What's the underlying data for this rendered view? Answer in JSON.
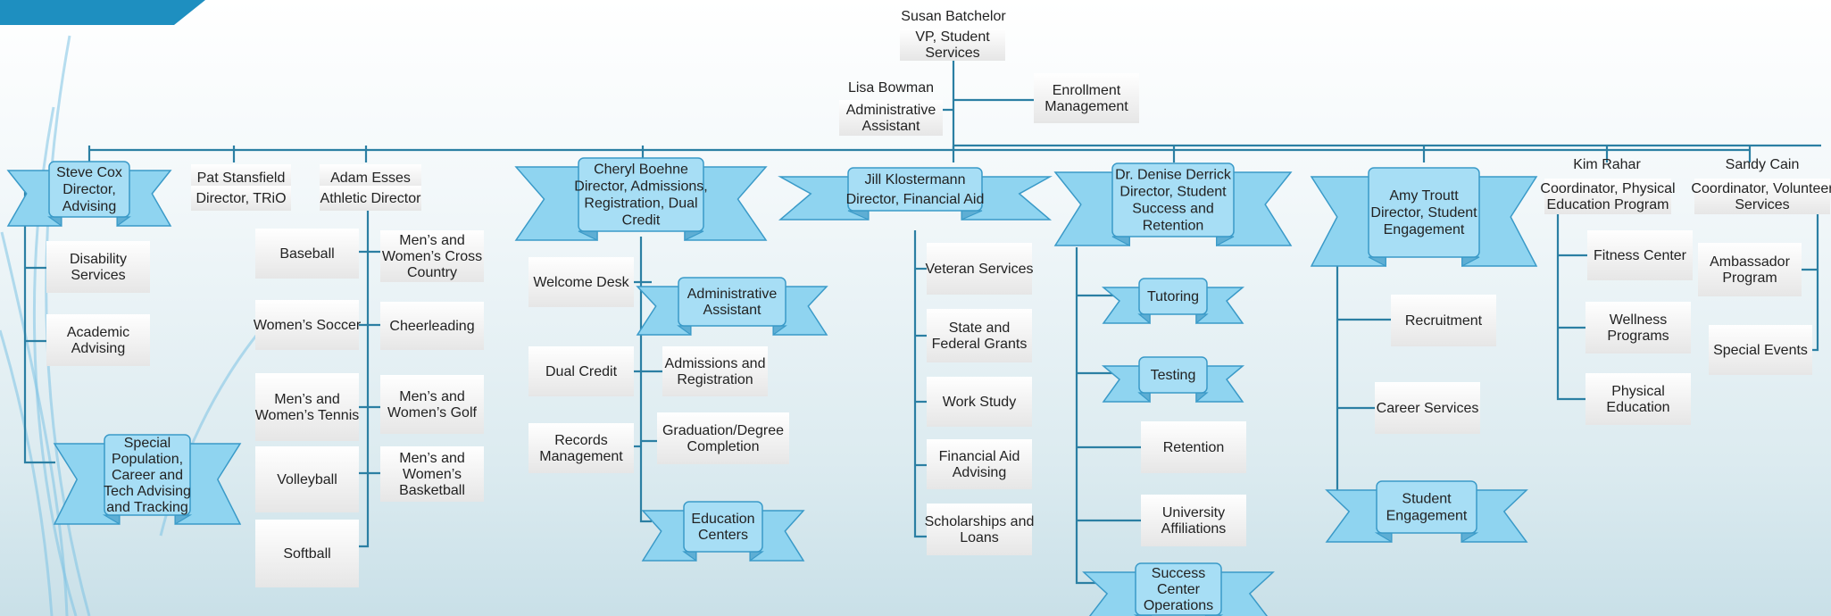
{
  "top": {
    "name": "Susan Batchelor",
    "title": [
      "VP, Student",
      "Services"
    ]
  },
  "assistant": {
    "name": "Lisa Bowman",
    "title": [
      "Administrative",
      "Assistant"
    ]
  },
  "side_unit": [
    "Enrollment",
    "Management"
  ],
  "departments": {
    "steve_cox": {
      "heading": [
        "Steve Cox",
        "Director,",
        "Advising"
      ],
      "children": [
        [
          "Disability",
          "Services"
        ],
        [
          "Academic",
          "Advising"
        ]
      ],
      "banner": [
        "Special",
        "Population,",
        "Career and",
        "Tech Advising",
        "and Tracking"
      ]
    },
    "pat_stansfield": {
      "name": "Pat Stansfield",
      "title": "Director, TRiO"
    },
    "adam_esses": {
      "name": "Adam Esses",
      "title": "Athletic Director",
      "left_col": [
        [
          "Baseball"
        ],
        [
          "Women’s Soccer"
        ],
        [
          "Men’s and",
          "Women’s Tennis"
        ],
        [
          "Volleyball"
        ],
        [
          "Softball"
        ]
      ],
      "right_col": [
        [
          "Men’s and",
          "Women’s Cross",
          "Country"
        ],
        [
          "Cheerleading"
        ],
        [
          "Men’s and",
          "Women’s Golf"
        ],
        [
          "Men’s and",
          "Women’s",
          "Basketball"
        ]
      ]
    },
    "cheryl_boehne": {
      "heading": [
        "Cheryl Boehne",
        "Director, Admissions,",
        "Registration, Dual",
        "Credit"
      ],
      "left_col": [
        [
          "Welcome Desk"
        ],
        [
          "Dual Credit"
        ],
        [
          "Records",
          "Management"
        ]
      ],
      "right_col": [
        [
          "Admissions and",
          "Registration"
        ],
        [
          "Graduation/Degree",
          "Completion"
        ]
      ],
      "banner_assistant": [
        "Administrative",
        "Assistant"
      ],
      "banner_centers": [
        "Education",
        "Centers"
      ]
    },
    "jill_klostermann": {
      "heading": [
        "Jill Klostermann",
        "Director, Financial Aid"
      ],
      "children": [
        [
          "Veteran Services"
        ],
        [
          "State and",
          "Federal Grants"
        ],
        [
          "Work Study"
        ],
        [
          "Financial Aid",
          "Advising"
        ],
        [
          "Scholarships and",
          "Loans"
        ]
      ]
    },
    "denise_derrick": {
      "heading": [
        "Dr. Denise Derrick",
        "Director, Student",
        "Success and",
        "Retention"
      ],
      "banners": [
        [
          "Tutoring"
        ],
        [
          "Testing"
        ]
      ],
      "children": [
        [
          "Retention"
        ],
        [
          "University",
          "Affiliations"
        ]
      ],
      "banner_bottom": [
        "Success",
        "Center",
        "Operations"
      ]
    },
    "amy_troutt": {
      "heading": [
        "Amy Troutt",
        "Director, Student",
        "Engagement"
      ],
      "children": [
        [
          "Recruitment"
        ],
        [
          "Career Services"
        ]
      ],
      "banner": [
        "Student",
        "Engagement"
      ]
    },
    "kim_rahar": {
      "name": "Kim Rahar",
      "title": [
        "Coordinator, Physical",
        "Education Program"
      ],
      "children": [
        [
          "Fitness Center"
        ],
        [
          "Wellness",
          "Programs"
        ],
        [
          "Physical",
          "Education"
        ]
      ]
    },
    "sandy_cain": {
      "name": "Sandy Cain",
      "title": [
        "Coordinator, Volunteer",
        "Services"
      ],
      "children": [
        [
          "Ambassador",
          "Program"
        ],
        [
          "Special Events"
        ]
      ]
    }
  }
}
